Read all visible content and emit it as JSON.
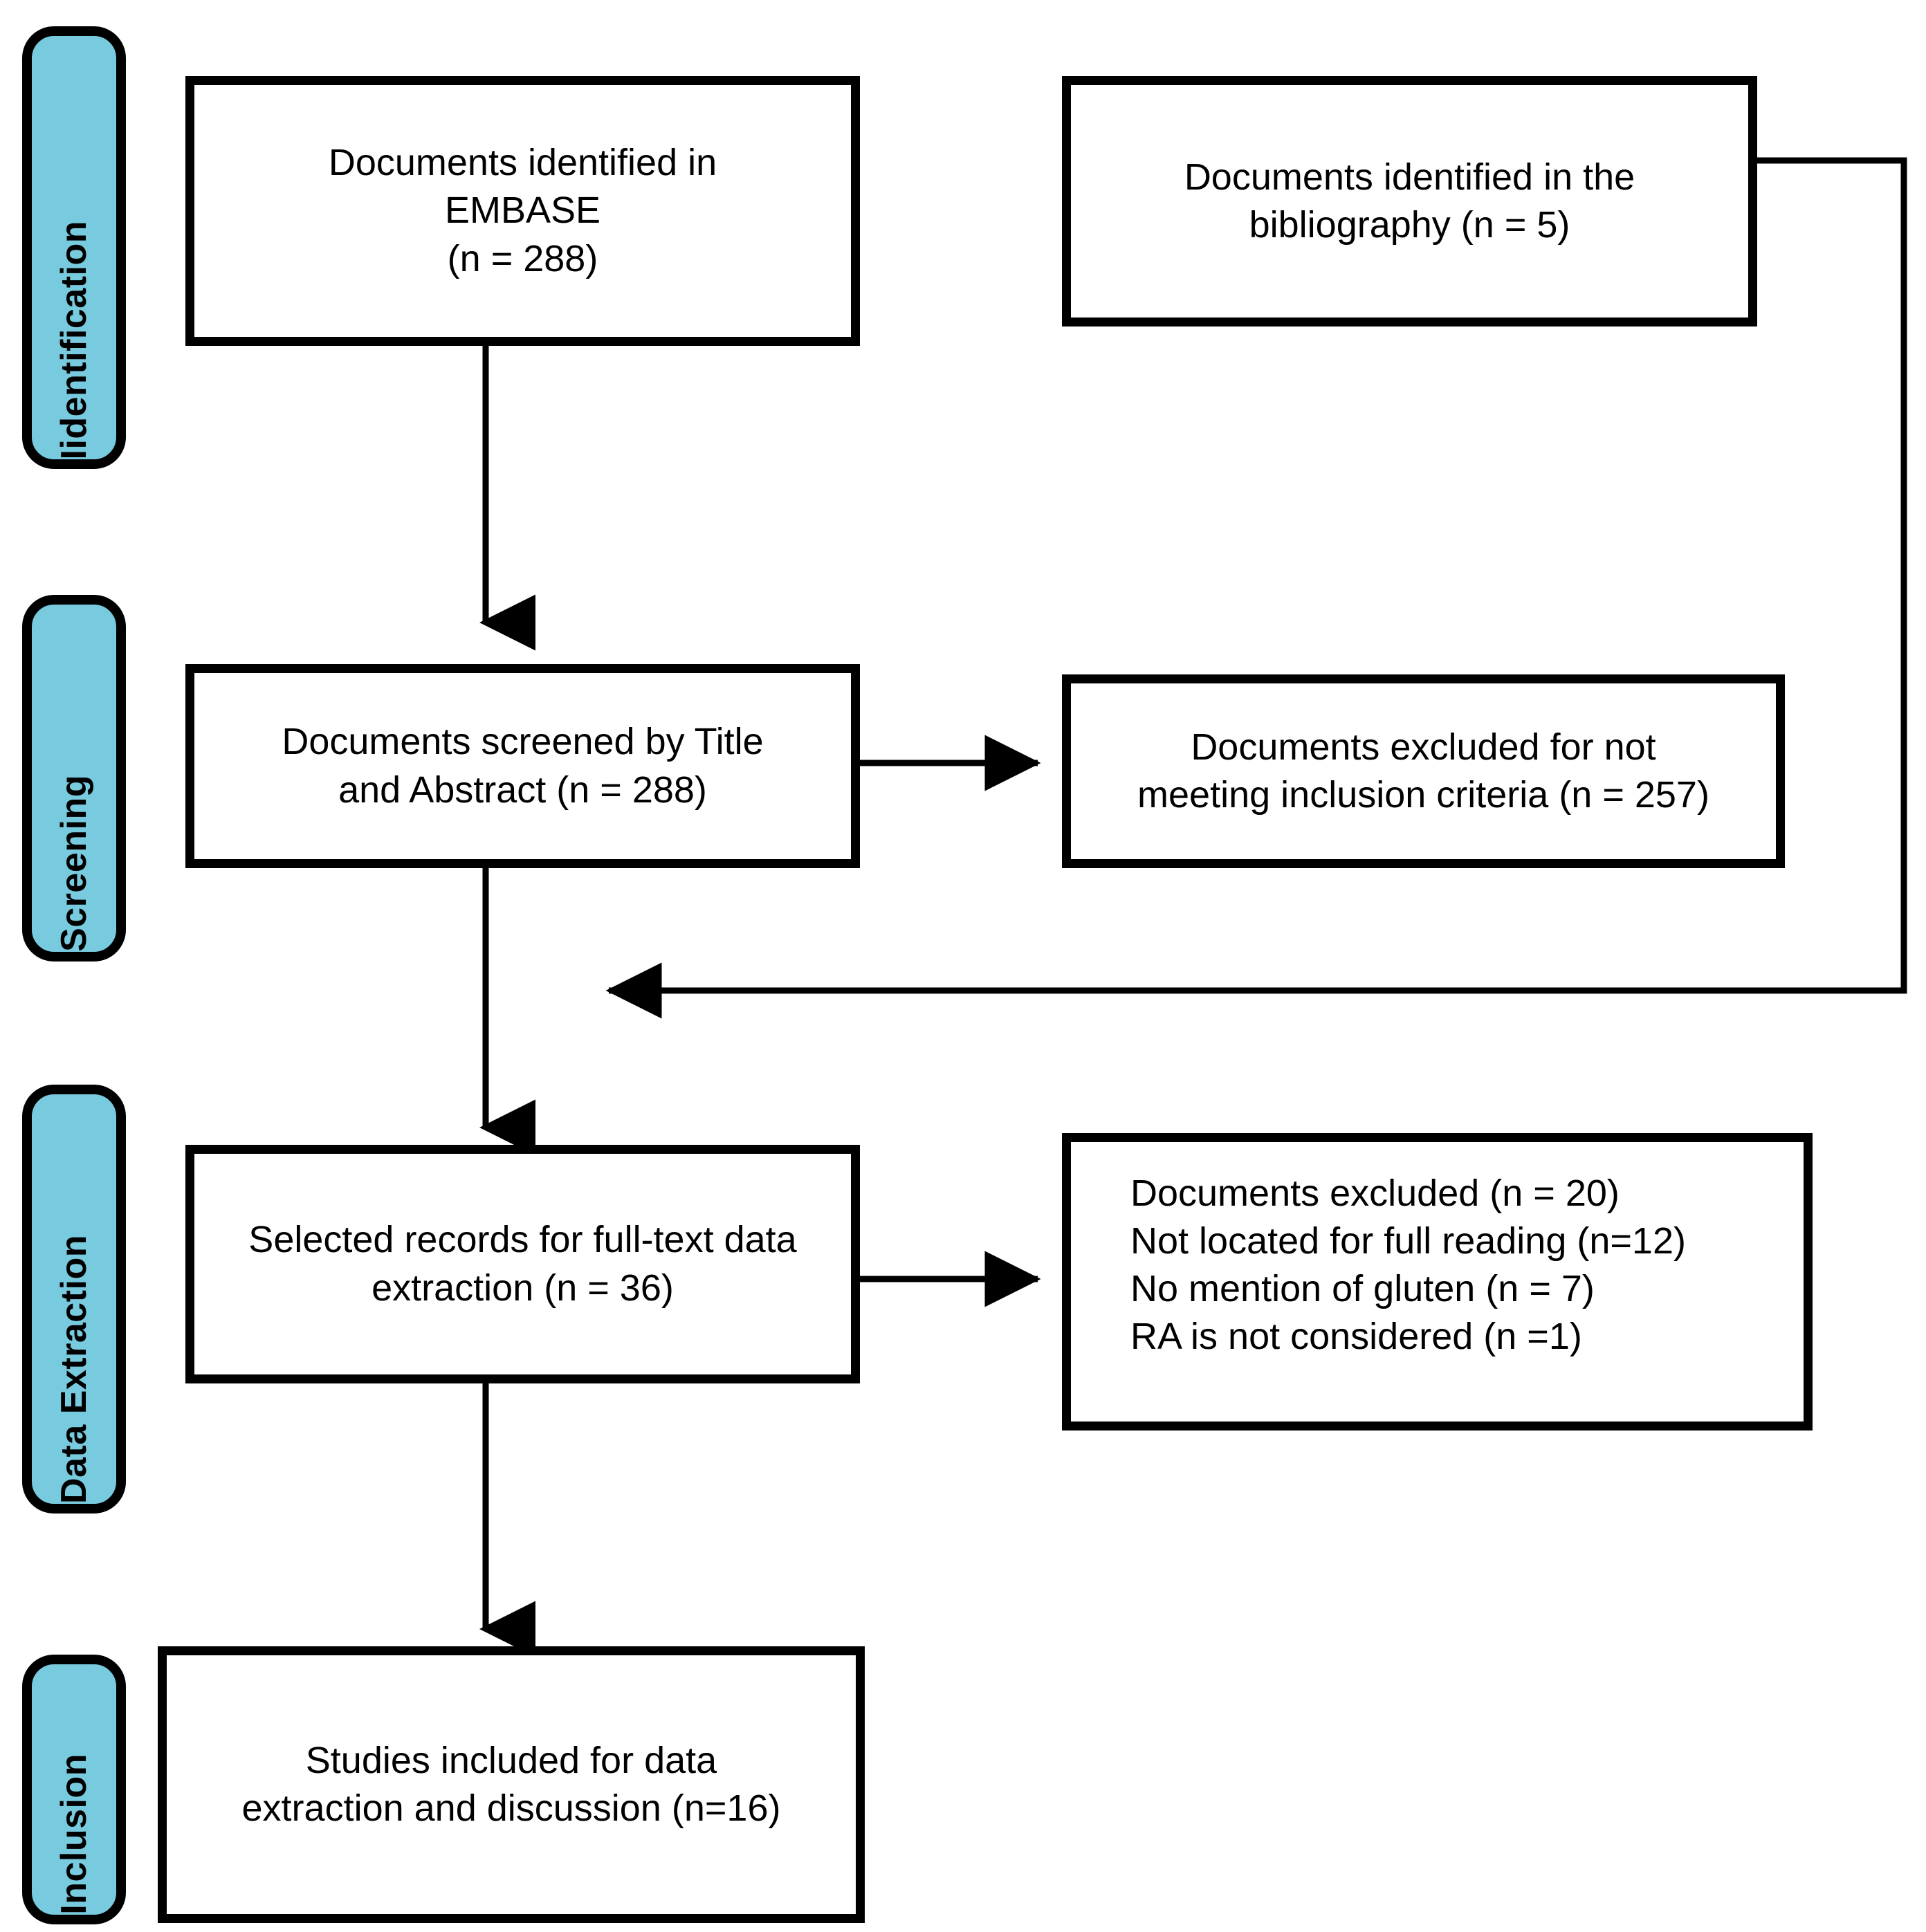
{
  "diagram": {
    "title": "PRISMA study selection flow diagram",
    "accent_color": "#78CADF",
    "line_color": "#000000",
    "background_color": "#FFFFFF"
  },
  "stages": [
    {
      "id": "identification",
      "label": "Iidentification"
    },
    {
      "id": "screening",
      "label": "Screening"
    },
    {
      "id": "data-extraction",
      "label": "Data Extraction"
    },
    {
      "id": "inclusion",
      "label": "Inclusion"
    }
  ],
  "boxes": {
    "embase": {
      "text": "Documents identified in\nEMBASE\n(n = 288)",
      "count": 288,
      "source": "EMBASE"
    },
    "bibliography": {
      "text": "Documents identified in the\nbibliography (n = 5)",
      "count": 5,
      "source": "bibliography"
    },
    "screened": {
      "text": "Documents screened by Title\nand Abstract (n = 288)",
      "count": 288
    },
    "excluded_screening": {
      "text": "Documents excluded for not\nmeeting inclusion criteria (n = 257)",
      "count": 257
    },
    "fulltext": {
      "text": "Selected records for full-text data\nextraction (n = 36)",
      "count": 36
    },
    "excluded_fulltext": {
      "text": "Documents excluded (n = 20)\nNot located for full reading (n=12)\nNo mention of gluten (n = 7)\nRA is not considered (n =1)",
      "total": 20,
      "reasons": [
        {
          "label": "Not located for full reading",
          "count": 12
        },
        {
          "label": "No mention of gluten",
          "count": 7
        },
        {
          "label": "RA is not considered",
          "count": 1
        }
      ]
    },
    "included": {
      "text": "Studies included for data\nextraction and discussion (n=16)",
      "count": 16
    }
  },
  "connectors": [
    {
      "id": "embase-to-screened",
      "kind": "arrow-down"
    },
    {
      "id": "screened-to-excluded",
      "kind": "arrow-right"
    },
    {
      "id": "bibliography-return",
      "kind": "elbow-arrow-left"
    },
    {
      "id": "screened-to-fulltext",
      "kind": "arrow-down"
    },
    {
      "id": "fulltext-to-excluded",
      "kind": "arrow-right"
    },
    {
      "id": "fulltext-to-included",
      "kind": "arrow-down"
    }
  ]
}
